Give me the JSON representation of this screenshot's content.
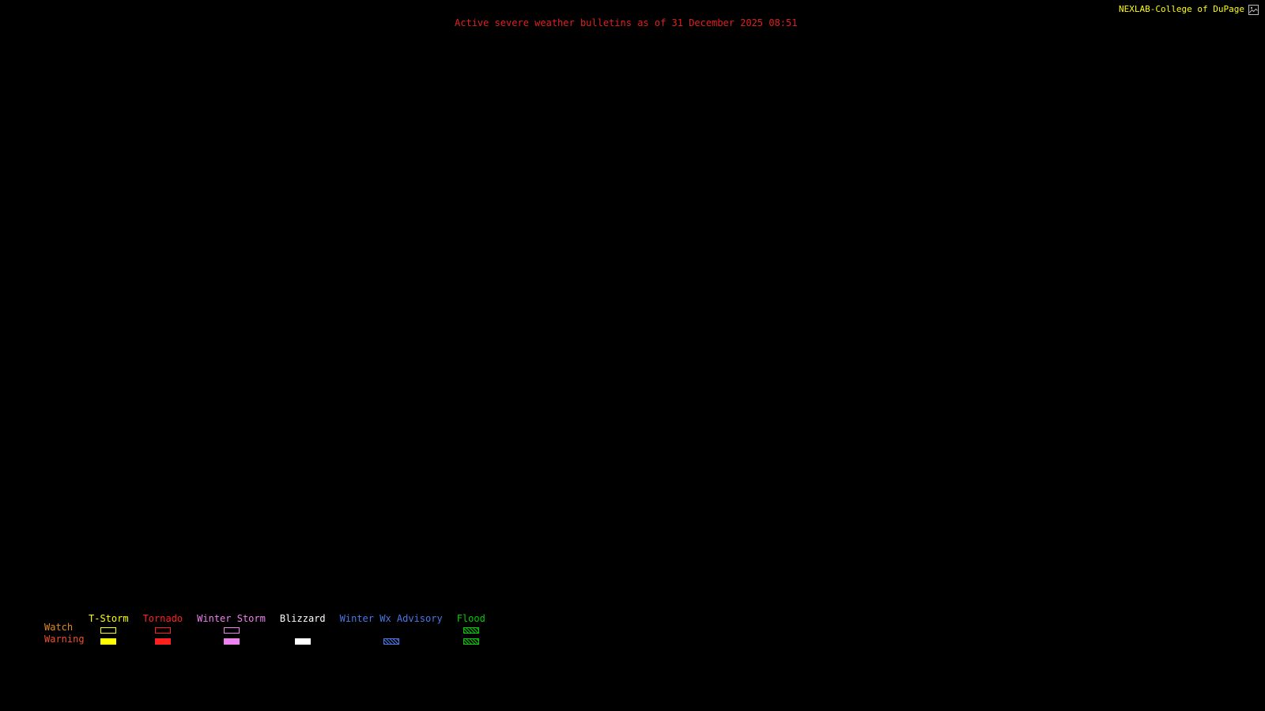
{
  "page": {
    "background_color": "#000000"
  },
  "header": {
    "bulletin_title": "Active severe weather bulletins as of 31 December 2025 08:51",
    "bulletin_title_color": "#E02020",
    "brand": "NEXLAB-College of DuPage",
    "brand_color": "#FFFF00"
  },
  "legend": {
    "watch_label": "Watch",
    "watch_label_color": "#E08A20",
    "warning_label": "Warning",
    "warning_label_color": "#F05030",
    "columns": [
      {
        "id": "tstorm",
        "label": "T-Storm",
        "color": "#FFFF00",
        "watch_style": "outline",
        "warning_style": "solid"
      },
      {
        "id": "tornado",
        "label": "Tornado",
        "color": "#FF2020",
        "watch_style": "outline",
        "warning_style": "solid"
      },
      {
        "id": "winter-storm",
        "label": "Winter Storm",
        "color": "#EE82EE",
        "watch_style": "outline",
        "warning_style": "solid"
      },
      {
        "id": "blizzard",
        "label": "Blizzard",
        "color": "#FFFFFF",
        "watch_style": "none",
        "warning_style": "solid"
      },
      {
        "id": "winter-wx-advisory",
        "label": "Winter Wx Advisory",
        "color": "#4878E8",
        "watch_style": "none",
        "warning_style": "hatch"
      },
      {
        "id": "flood",
        "label": "Flood",
        "color": "#00CC00",
        "watch_style": "hatch",
        "warning_style": "hatch"
      }
    ]
  }
}
